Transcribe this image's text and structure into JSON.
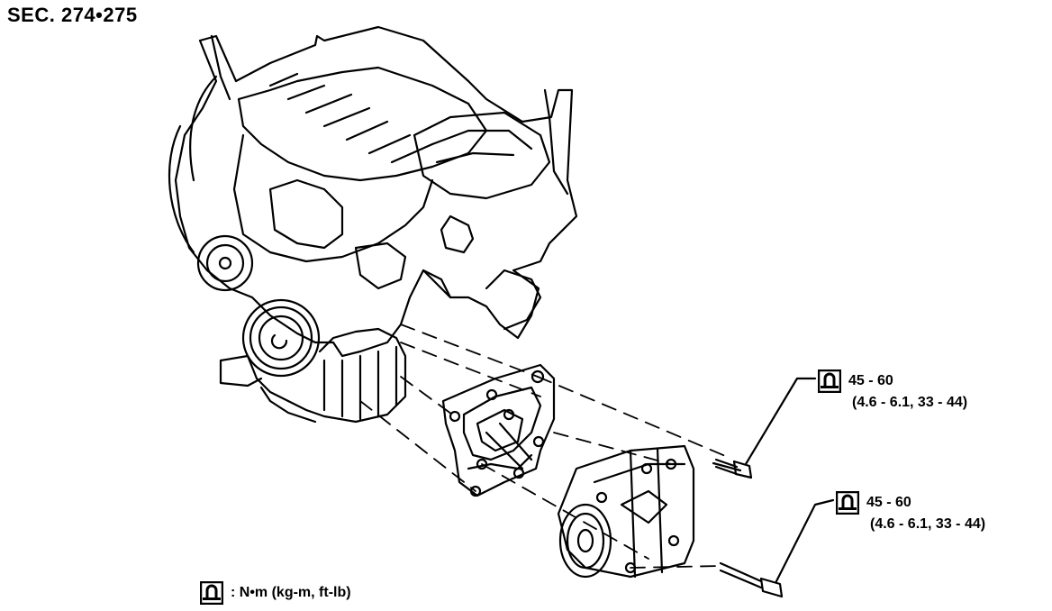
{
  "section": {
    "title": "SEC. 274•275"
  },
  "torque_specs": [
    {
      "value": "45 - 60",
      "sub": "(4.6 - 6.1, 33 - 44)",
      "icon": "torque-wrench-icon"
    },
    {
      "value": "45 - 60",
      "sub": "(4.6 - 6.1, 33 - 44)",
      "icon": "torque-wrench-icon"
    }
  ],
  "legend": {
    "icon": "torque-wrench-icon",
    "text": ": N•m (kg-m, ft-lb)"
  },
  "colors": {
    "line": "#000000",
    "background": "#ffffff"
  }
}
